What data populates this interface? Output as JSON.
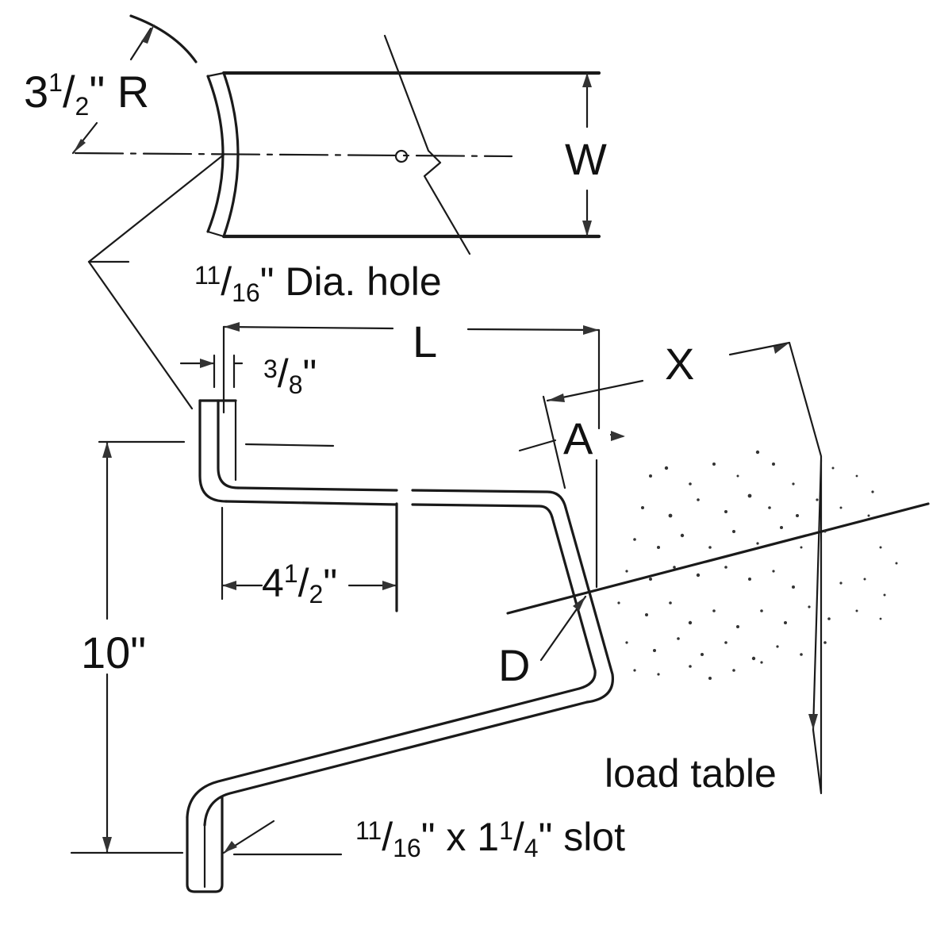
{
  "diagram": {
    "type": "technical-drawing",
    "subject": "Z-bracket anchor with curved top plate",
    "labels": {
      "radius": {
        "whole": "3",
        "num": "1",
        "den": "2",
        "unit": "\"",
        "suffix": " R"
      },
      "width": "W",
      "dia_hole": {
        "num": "11",
        "den": "16",
        "unit": "\"",
        "text": " Dia. hole"
      },
      "length": "L",
      "offset": {
        "num": "3",
        "den": "8",
        "unit": "\""
      },
      "x_dim": "X",
      "a_dim": "A",
      "horiz_leg": {
        "whole": "4",
        "num": "1",
        "den": "2",
        "unit": "\""
      },
      "height": "10\"",
      "d_dim": "D",
      "load_table": "load table",
      "slot": {
        "num1": "11",
        "den1": "16",
        "mid": "\" x 1",
        "num2": "1",
        "den2": "4",
        "text": "\" slot"
      }
    },
    "colors": {
      "ink": "#111111",
      "background": "#ffffff",
      "stipple": "#333333"
    }
  }
}
